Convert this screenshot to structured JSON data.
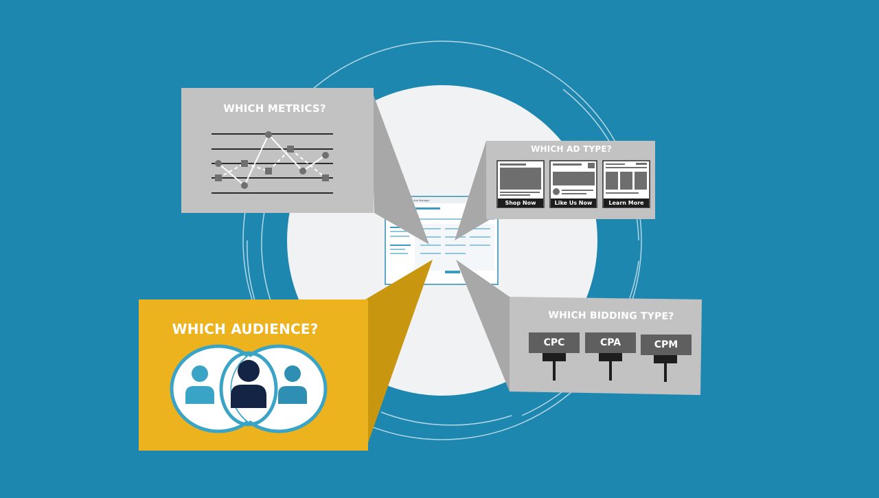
{
  "metrics_panel": {
    "title": "WHICH METRICS?"
  },
  "ad_type_panel": {
    "title": "WHICH AD TYPE?",
    "ads": [
      {
        "button_label": "Shop Now"
      },
      {
        "button_label": "Like Us Now"
      },
      {
        "button_label": "Learn More"
      }
    ]
  },
  "audience_panel": {
    "title": "WHICH AUDIENCE?"
  },
  "bidding_panel": {
    "title": "WHICH BIDDING TYPE?",
    "signs": [
      "CPC",
      "CPA",
      "CPM"
    ]
  },
  "screen": {
    "title": "Ads Manager"
  },
  "colors": {
    "background": "#1e87b0",
    "panel_gray": "#c2c2c2",
    "panel_yellow": "#ecb31f",
    "audience_blue": "#3aa4c6",
    "audience_navy": "#142445"
  }
}
